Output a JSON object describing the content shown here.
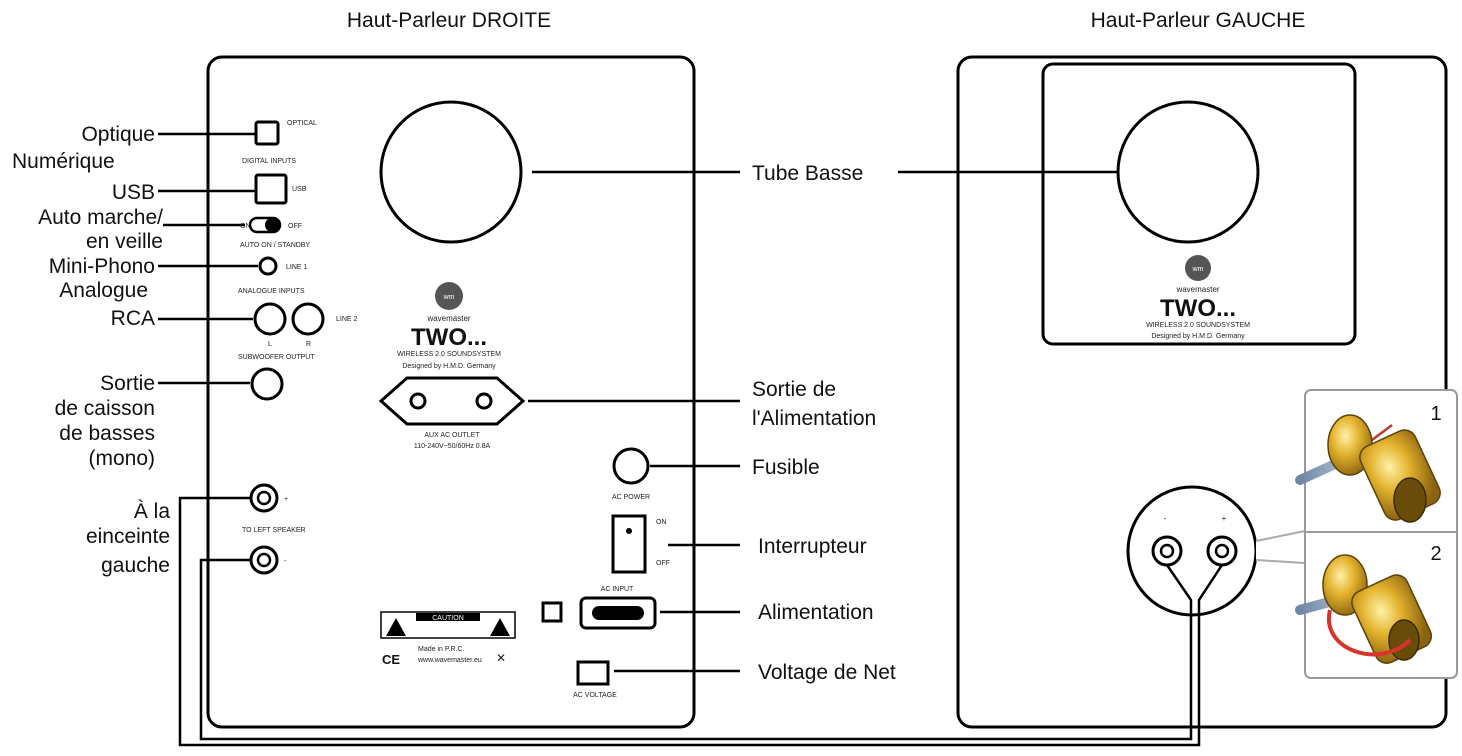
{
  "titles": {
    "right_speaker": "Haut-Parleur DROITE",
    "left_speaker": "Haut-Parleur GAUCHE"
  },
  "callouts": {
    "optique": "Optique",
    "numerique": "Numérique",
    "usb": "USB",
    "auto_marche": "Auto marche/",
    "en_veille": "en veille",
    "mini_phono": "Mini-Phono",
    "analogue": "Analogue",
    "rca": "RCA",
    "sortie": "Sortie",
    "de_caisson": "de caisson",
    "de_basses": "de basses",
    "mono": "(mono)",
    "a_la": "À la",
    "einceinte": "einceinte",
    "gauche": "gauche",
    "tube_basse": "Tube Basse",
    "sortie_de": "Sortie de",
    "alimentation_out": "l'Alimentation",
    "fusible": "Fusible",
    "interrupteur": "Interrupteur",
    "alimentation": "Alimentation",
    "voltage": "Voltage de Net"
  },
  "panel": {
    "optical": "OPTICAL",
    "digital_inputs": "DIGITAL INPUTS",
    "usb": "USB",
    "on": "ON",
    "off": "OFF",
    "auto_standby": "AUTO ON / STANDBY",
    "line1": "LINE 1",
    "analogue_inputs": "ANALOGUE INPUTS",
    "line2": "LINE 2",
    "l": "L",
    "r": "R",
    "subwoofer_output": "SUBWOOFER OUTPUT",
    "to_left_speaker": "TO LEFT SPEAKER",
    "plus": "+",
    "minus": "-",
    "aux_outlet": "AUX AC OUTLET",
    "aux_rating": "110-240V~50/60Hz 0.8A",
    "ac_power": "AC POWER",
    "sw_on": "ON",
    "sw_off": "OFF",
    "ac_input": "AC INPUT",
    "ac_voltage": "AC VOLTAGE",
    "caution": "CAUTION",
    "ce": "CE",
    "made_in": "Made in P.R.C.",
    "website": "www.wavemaster.eu"
  },
  "brand": {
    "logo": "wm",
    "name": "wavemaster",
    "model": "TWO...",
    "sub": "WIRELESS 2.0 SOUNDSYSTEM",
    "designed": "Designed by H.M.D. Germany"
  },
  "left_terminals": {
    "minus": "-",
    "plus": "+"
  },
  "steps": {
    "one": "1",
    "two": "2"
  }
}
